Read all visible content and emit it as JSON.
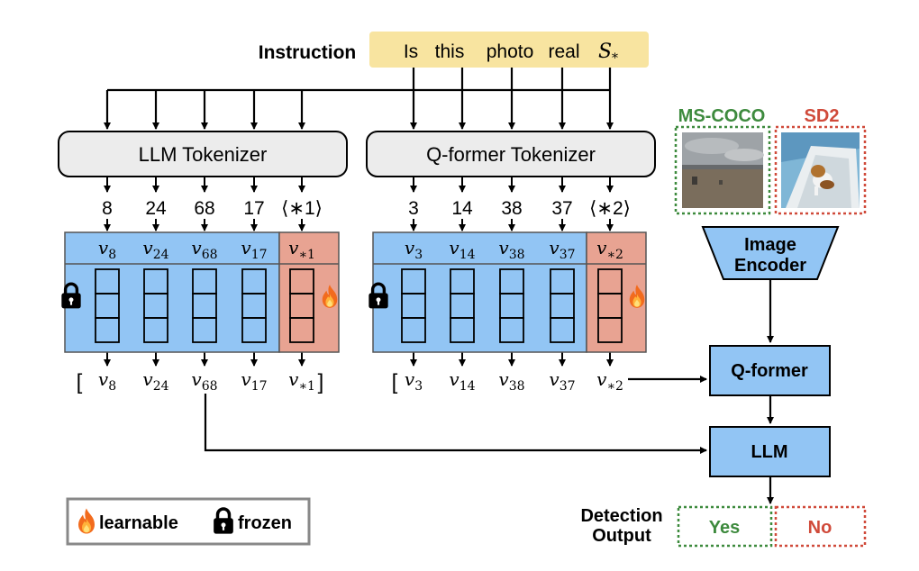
{
  "instruction": {
    "label": "Instruction",
    "words": [
      "Is",
      "this",
      "photo",
      "real"
    ],
    "special_token": "S",
    "special_sub": "*"
  },
  "llm": {
    "tokenizer_label": "LLM Tokenizer",
    "token_ids": [
      "8",
      "24",
      "68",
      "17",
      "⟨∗1⟩"
    ],
    "embedding_subs": [
      "8",
      "24",
      "68",
      "17",
      "∗1"
    ],
    "output_subs": [
      "8",
      "24",
      "68",
      "17",
      "∗1"
    ]
  },
  "qformer_tok": {
    "tokenizer_label": "Q-former Tokenizer",
    "token_ids": [
      "3",
      "14",
      "38",
      "37",
      "⟨∗2⟩"
    ],
    "embedding_subs": [
      "3",
      "14",
      "38",
      "37",
      "∗2"
    ],
    "output_subs": [
      "3",
      "14",
      "38",
      "37",
      "∗2"
    ]
  },
  "embedding_symbol": "v",
  "bracket_open": "[",
  "bracket_close": "]",
  "datasets": {
    "real_label": "MS-COCO",
    "fake_label": "SD2"
  },
  "blocks": {
    "image_encoder_line1": "Image",
    "image_encoder_line2": "Encoder",
    "qformer": "Q-former",
    "llm": "LLM"
  },
  "detection": {
    "label_line1": "Detection",
    "label_line2": "Output",
    "yes": "Yes",
    "no": "No"
  },
  "legend": {
    "learnable": "learnable",
    "frozen": "frozen"
  },
  "colors": {
    "instruction_fill": "#f8e4a0",
    "tokenizer_fill": "#ececec",
    "frozen_fill": "#92c5f4",
    "learnable_fill": "#e8a392",
    "block_fill": "#92c5f4",
    "real_border": "#3d8a3d",
    "fake_border": "#d04a3a",
    "arrow": "#000000"
  },
  "icons": {
    "learnable": "flame-icon",
    "frozen": "lock-icon"
  }
}
